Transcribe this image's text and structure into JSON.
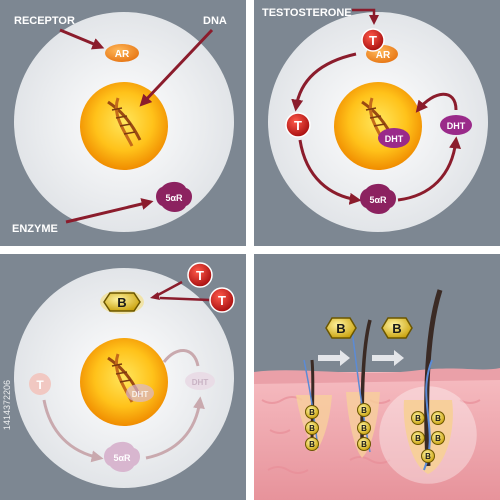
{
  "panel1": {
    "receptor_label": "RECEPTOR",
    "dna_label": "DNA",
    "enzyme_label": "ENZYME",
    "ar_label": "AR",
    "enzyme_text": "5αR"
  },
  "panel2": {
    "testosterone_label": "TESTOSTERONE",
    "t_label": "T",
    "ar_label": "AR",
    "t_left_label": "T",
    "dht_center_label": "DHT",
    "dht_right_label": "DHT",
    "enzyme_text": "5αR"
  },
  "panel3": {
    "blocker_label": "B",
    "t_top_label": "T",
    "t_right_label": "T",
    "t_left_faded_label": "T",
    "dht_faded_label": "DHT",
    "dht_center_faded_label": "DHT",
    "enzyme_faded_text": "5αR"
  },
  "panel4": {
    "blocker1_label": "B",
    "blocker2_label": "B",
    "follicle_labels": [
      "B",
      "B",
      "B",
      "B",
      "B",
      "B",
      "B",
      "B",
      "B",
      "B",
      "B"
    ]
  },
  "side_id": "1414372206",
  "colors": {
    "panel_bg": "#7d8792",
    "cell": "#e8eaed",
    "nucleus_outer": "#f5b000",
    "nucleus_inner": "#ffd84a",
    "arrow": "#8b1c2c",
    "testosterone": "#c71a1a",
    "ar": "#f0921e",
    "dht": "#9a2a8a",
    "enzyme": "#8c2260",
    "blocker": "#e8c21a",
    "skin": "#f4b1b7"
  }
}
